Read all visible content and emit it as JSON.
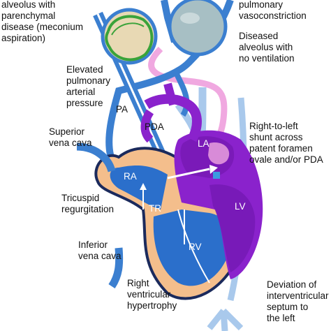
{
  "labels": {
    "alveolus_parenchymal": [
      "alveolus with",
      "parenchymal",
      "disease (meconium",
      "aspiration)"
    ],
    "pulmonary_vasoconstriction": [
      "pulmonary",
      "vasoconstriction"
    ],
    "diseased_alveolus": [
      "Diseased",
      "alveolus with",
      "no ventilation"
    ],
    "elevated_pressure": [
      "Elevated",
      "pulmonary",
      "arterial",
      "pressure"
    ],
    "pa": "PA",
    "pda": "PDA",
    "superior_vena_cava": [
      "Superior",
      "vena cava"
    ],
    "right_to_left_shunt": [
      "Right-to-left",
      "shunt across",
      "patent foramen",
      "ovale and/or PDA"
    ],
    "tricuspid_regurgitation": [
      "Tricuspid",
      "regurgitation"
    ],
    "inferior_vena_cava": [
      "Inferior",
      "vena cava"
    ],
    "right_ventricular_hypertrophy": [
      "Right",
      "ventricular",
      "hypertrophy"
    ],
    "deviation_septum": [
      "Deviation of",
      "interventricular",
      "septum to",
      "the left"
    ],
    "ra": "RA",
    "tr": "TR",
    "rv": "RV",
    "la": "LA",
    "lv": "LV"
  },
  "colors": {
    "vessel_blue": "#3b7fd0",
    "light_blue_vessel": "#a9c9ec",
    "right_heart": "#f4be8c",
    "right_heart_outline": "#1b2a5c",
    "right_chamber_blue": "#2b6fcb",
    "left_heart": "#8a22cc",
    "left_heart_dark": "#7a1ab8",
    "pink_vessel": "#f0a8e0",
    "alveolus_fill": "#e8d9b4",
    "alveolus_green": "#3aa33a",
    "diseased_alveolus_fill": "#a7bfc4"
  }
}
